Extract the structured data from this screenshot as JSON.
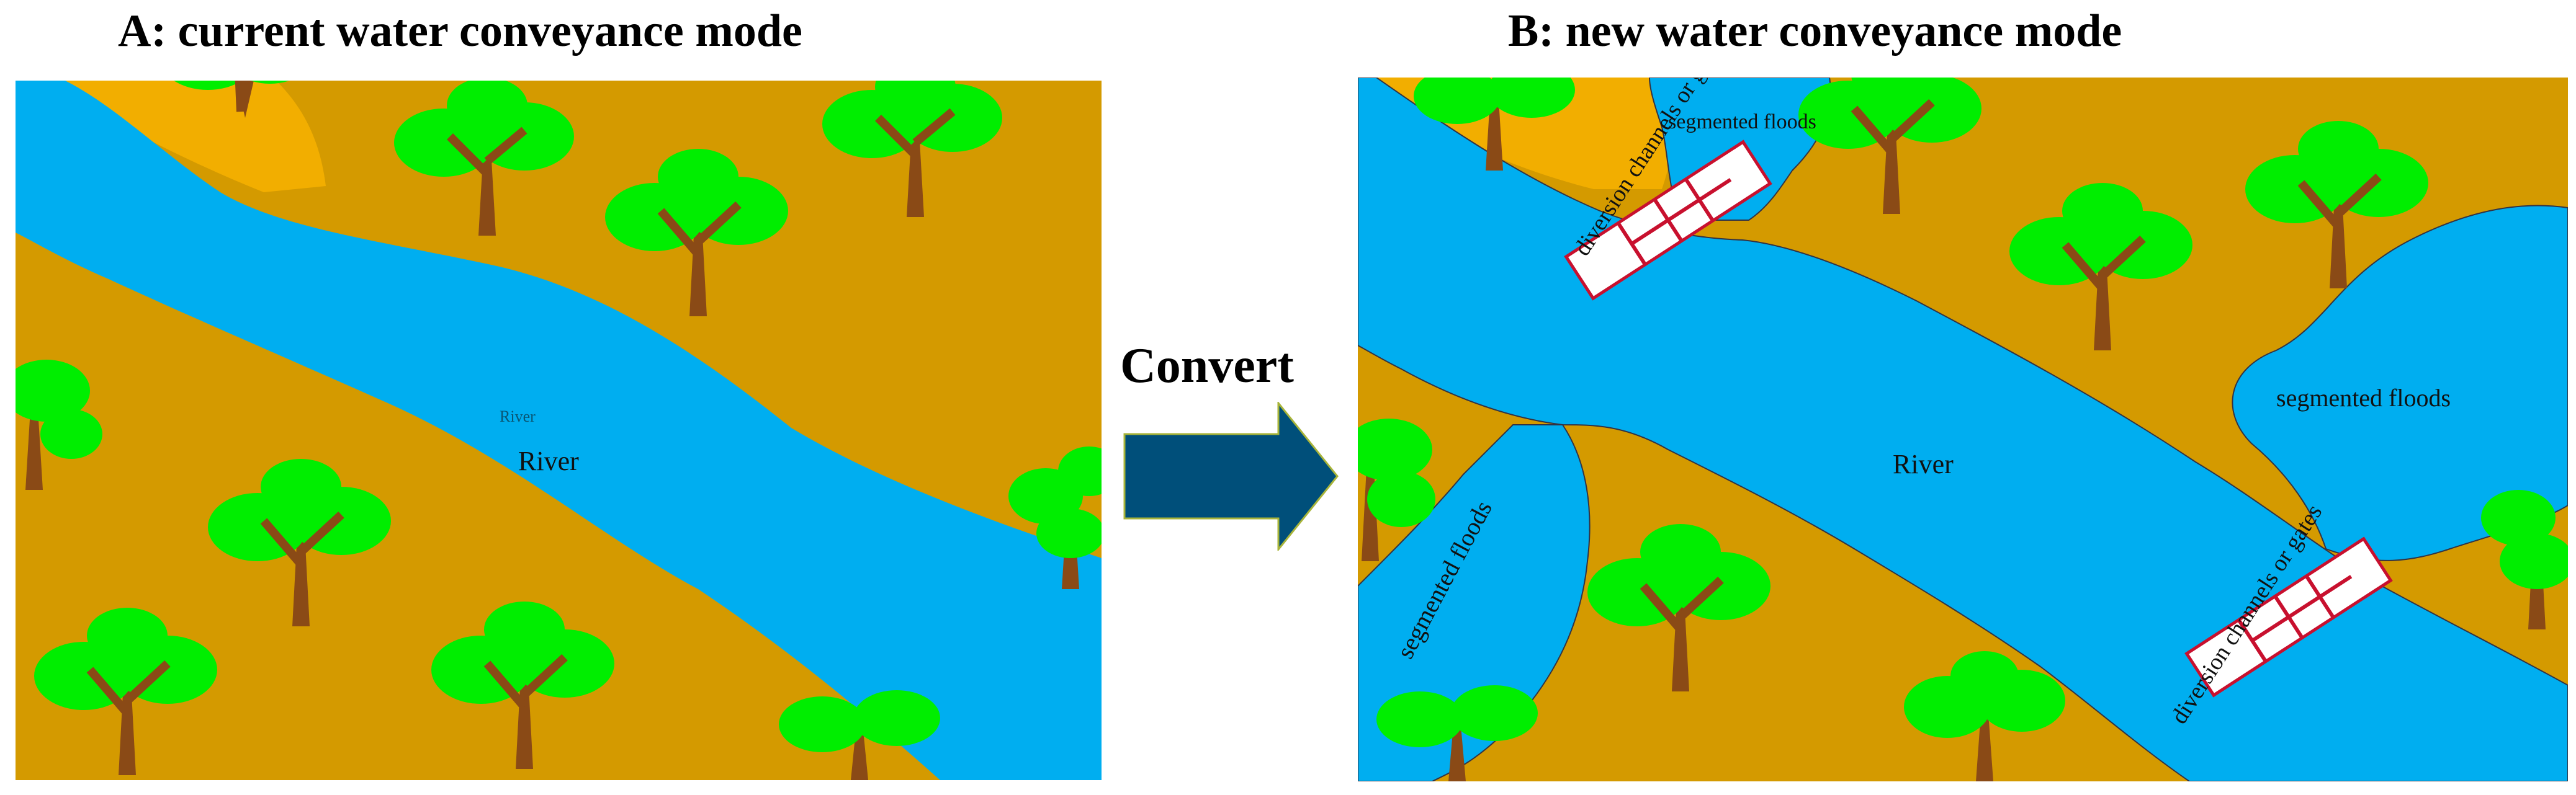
{
  "panel_a": {
    "title": "A: current water conveyance mode",
    "river_label": "River",
    "faint_label": "River"
  },
  "panel_b": {
    "title": "B: new water conveyance mode",
    "river_label": "River",
    "flood_top": "segmented floods",
    "flood_right": "segmented floods",
    "flood_left": "segmented floods",
    "gate_upper": "diversion channels or gates",
    "gate_lower": "diversion channels or gates"
  },
  "convert": {
    "label": "Convert"
  },
  "colors": {
    "land": "#D49A00",
    "land_light": "#F2AE00",
    "water": "#00AEF0",
    "tree_leaf": "#00EE00",
    "tree_trunk": "#8A4A16",
    "gate_line": "#C8102E",
    "arrow": "#004F7A"
  }
}
